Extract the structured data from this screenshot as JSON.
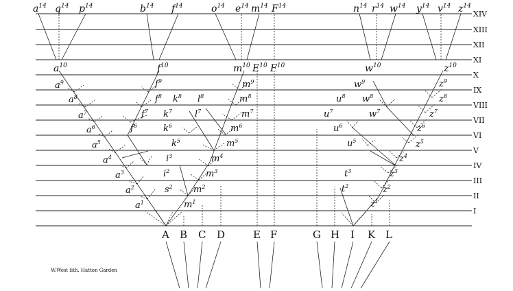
{
  "diagram": {
    "top_labels": {
      "a14": "a",
      "q14": "q",
      "p14": "p",
      "b14": "b",
      "f14": "f",
      "o14": "o",
      "e14": "e",
      "m14": "m",
      "F14": "F",
      "n14": "n",
      "r14": "r",
      "w14": "w",
      "y14": "y",
      "v14": "v",
      "z14": "z",
      "sup": "14"
    },
    "generations": [
      "XIV",
      "XIII",
      "XII",
      "XI",
      "X",
      "IX",
      "VIII",
      "VII",
      "VI",
      "V",
      "IV",
      "III",
      "II",
      "I"
    ],
    "species": [
      "A",
      "B",
      "C",
      "D",
      "E",
      "F",
      "G",
      "H",
      "I",
      "K",
      "L"
    ],
    "nodes": {
      "a10": "a10",
      "f10": "f10",
      "m10": "m10",
      "E10": "E10",
      "F10": "F10",
      "w10": "w10",
      "z10": "z10",
      "a9": "a9",
      "f9": "f9",
      "m9": "m9",
      "w9": "w9",
      "z9": "z9",
      "a8": "a8",
      "f8": "f8",
      "k8": "k8",
      "l8": "l8",
      "m8": "m8",
      "u8": "u8",
      "w8": "w8",
      "z8": "z8",
      "a7": "a7",
      "f7": "f7",
      "k7": "k7",
      "l7": "l7",
      "m7": "m7",
      "u7": "u7",
      "w7": "w7",
      "z7": "z7",
      "a6": "a6",
      "f6": "f6",
      "k6": "k6",
      "m6": "m6",
      "u6": "u6",
      "z6": "z6",
      "a5": "a5",
      "k5": "k5",
      "m5": "m5",
      "u5": "u5",
      "z5": "z5",
      "a4": "a4",
      "i3": "i3",
      "m4": "m4",
      "z4": "z4",
      "a3": "a3",
      "i2": "i2",
      "m3": "m3",
      "t3": "t3",
      "z3": "z3",
      "a2": "a2",
      "s2": "s2",
      "m2": "m2",
      "t2": "t2",
      "z2": "z2",
      "a1": "a1",
      "m1": "m1",
      "z1": "z1"
    },
    "credit": "W.West lith. Hatton Garden"
  }
}
